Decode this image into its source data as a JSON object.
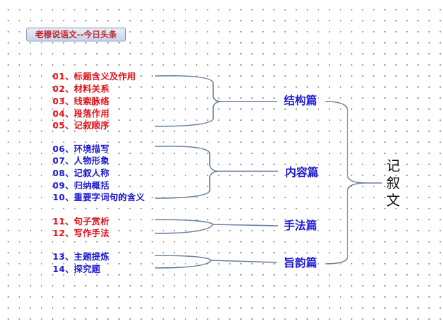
{
  "badge": "老穆说语文--今日头条",
  "root": [
    "记",
    "叙",
    "文"
  ],
  "categories": [
    "结构篇",
    "内容篇",
    "手法篇",
    "旨韵篇"
  ],
  "items": [
    "01、标题含义及作用",
    "02、材料关系",
    "03、线索脉络",
    "04、段落作用",
    "05、记叙顺序",
    "06、环境描写",
    "07、人物形象",
    "08、记叙人称",
    "09、归纳概括",
    "10、重要字词句的含义",
    "11、句子赏析",
    "12、写作手法",
    "13、主题提炼",
    "14、探究题"
  ],
  "colors": {
    "red_items": "#e0131b",
    "blue_items": "#1d1bd4",
    "category": "#1d1bd4",
    "connector": "#6a7f9c"
  }
}
